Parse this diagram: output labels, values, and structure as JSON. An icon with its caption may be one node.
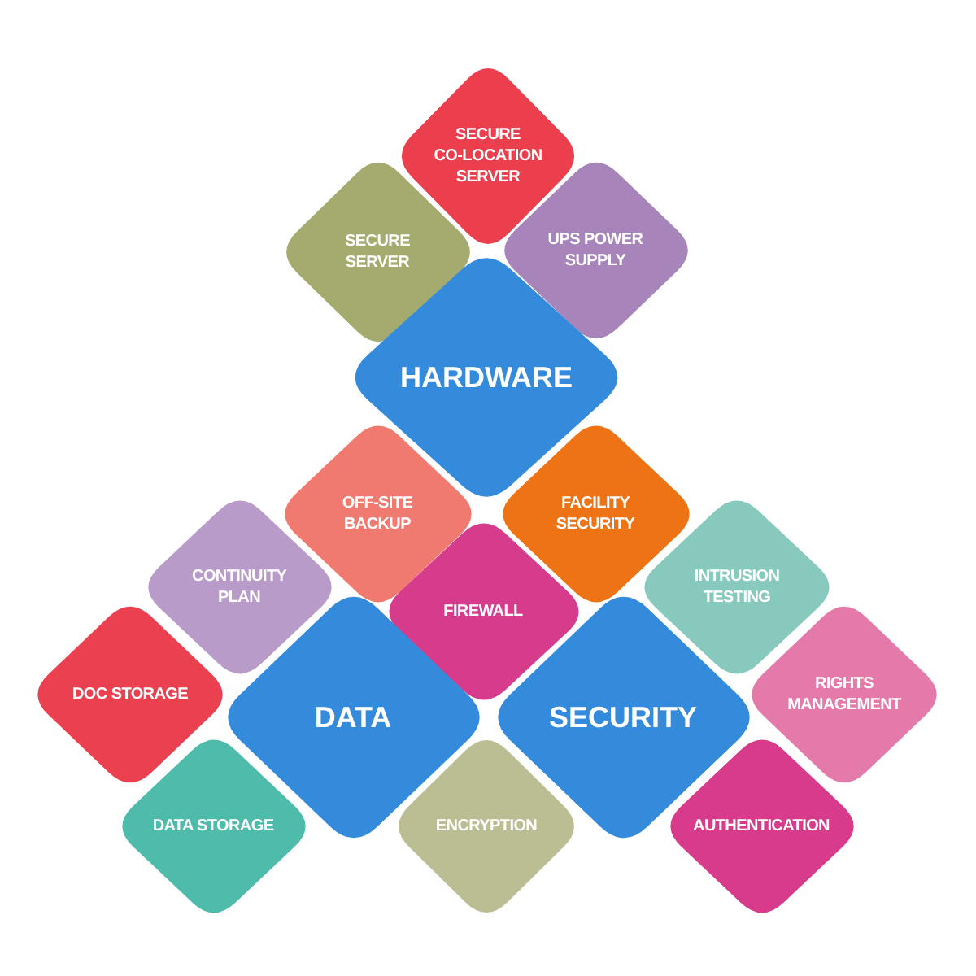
{
  "diagram": {
    "nodes": [
      {
        "text": [
          "SECURE CO-LOCATION SERVER"
        ]
      },
      {
        "text": [
          "SECURE SERVER"
        ]
      },
      {
        "text": [
          "UPS POWER SUPPLY"
        ]
      },
      {
        "text": [
          "HARDWARE"
        ]
      },
      {
        "text": [
          "OFF-SITE BACKUP"
        ]
      },
      {
        "text": [
          "FACILITY SECURITY"
        ]
      },
      {
        "text": [
          "CONTINUITY PLAN"
        ]
      },
      {
        "text": [
          "FIREWALL"
        ]
      },
      {
        "text": [
          "INTRUSION TESTING"
        ]
      },
      {
        "text": [
          "DOC STORAGE"
        ]
      },
      {
        "text": [
          "DATA"
        ]
      },
      {
        "text": [
          "SECURITY"
        ]
      },
      {
        "text": [
          "RIGHTS MANAGEMENT"
        ]
      },
      {
        "text": [
          "DATA STORAGE"
        ]
      },
      {
        "text": [
          "ENCRYPTION"
        ]
      },
      {
        "text": [
          "AUTHENTICATION"
        ]
      }
    ]
  }
}
